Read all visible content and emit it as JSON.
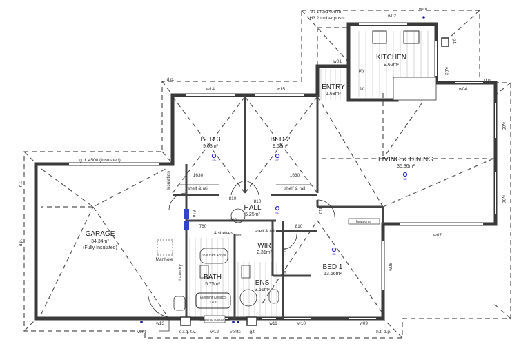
{
  "rooms": {
    "kitchen": {
      "name": "KITCHEN",
      "area": "9.62m²"
    },
    "entry": {
      "name": "ENTRY",
      "area": "1.68m²"
    },
    "bed3": {
      "name": "BED 3",
      "area": "9.63m²"
    },
    "bed2": {
      "name": "BED 2",
      "area": "9.63m²"
    },
    "living": {
      "name": "LIVING & DINING",
      "area": "35.36m²"
    },
    "garage": {
      "name": "GARAGE",
      "area": "34.34m²",
      "note": "(Fully Insulated)"
    },
    "hall": {
      "name": "HALL",
      "area": "5.25m²"
    },
    "wir": {
      "name": "WIR",
      "area": "2.31m²"
    },
    "bed1": {
      "name": "BED 1",
      "area": "13.56m²"
    },
    "bath": {
      "name": "BATH",
      "area": "5.75m²"
    },
    "ens": {
      "name": "ENS",
      "area": "3.61m²"
    }
  },
  "labels": {
    "posts": "2 / 140x140mm",
    "posts2": "H3.2 timber posts",
    "vent_top": "vent",
    "w01": "w01",
    "w02": "w02",
    "w03": "w03",
    "w04": "w04",
    "w05": "w05",
    "w06": "w06",
    "w07": "w07",
    "w08": "w08",
    "w09": "w09",
    "w10": "w10",
    "w11": "w11",
    "w12": "w12",
    "w13": "w13",
    "w14": "w14",
    "w15": "w15",
    "gt_right": "g.t.",
    "pty": "pty",
    "ff": "f/f",
    "dp_left": "d.p.",
    "dp_right": "d.p.",
    "dp_garage": "d.p.",
    "ht_garage": "h.t.",
    "garage_door": "g.d. 4500 (Insulated)",
    "insulation": "Insulation",
    "shelf_rail": "shelf & rail",
    "d1630": "1630",
    "d810": "810",
    "d760": "760",
    "d1080": "1080",
    "d710": "710",
    "shelves": "4 shelves",
    "hwc": "hwc",
    "manhole": "Manhole",
    "laundry": "Laundry",
    "shower": "0.9x0.9m Acrylic",
    "bathtub": "Element Clearcol",
    "bathtub2": "1700",
    "heatpump": "heatpump",
    "heatpump_unit": "heatpump outdoor unit",
    "vent_bl": "vent",
    "org_tv": "o.r.g. t.v.",
    "vents": "vents",
    "gt": "g.t.",
    "ht_dp": "h.t. d.p.",
    "sd": "SD"
  }
}
